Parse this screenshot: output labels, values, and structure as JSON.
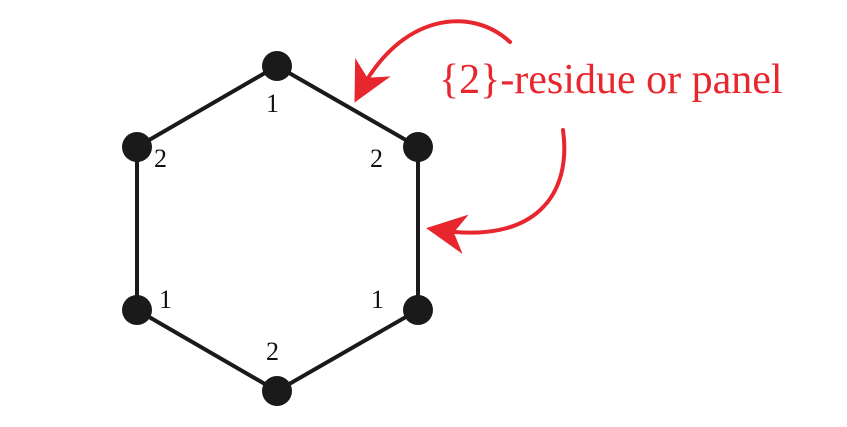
{
  "diagram": {
    "vertex_labels": {
      "top": "1",
      "upper_left": "2",
      "upper_right": "2",
      "lower_left": "1",
      "lower_right": "1",
      "bottom": "2"
    },
    "callout": {
      "text": "{2}-residue or panel"
    }
  },
  "colors": {
    "edge": "#1a1a1a",
    "vertex": "#1a1a1a",
    "label": "#111111",
    "accent": "#e8262d"
  }
}
